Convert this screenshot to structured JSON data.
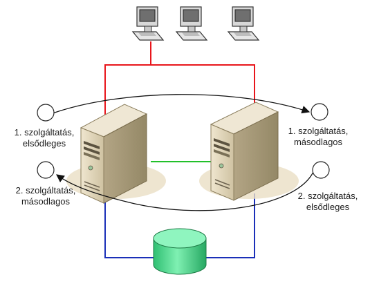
{
  "labels": {
    "svc1_primary": {
      "line1": "1. szolgáltatás,",
      "line2": "elsődleges"
    },
    "svc1_secondary": {
      "line1": "1. szolgáltatás,",
      "line2": "másodlagos"
    },
    "svc2_secondary": {
      "line1": "2. szolgáltatás,",
      "line2": "másodlagos"
    },
    "svc2_primary": {
      "line1": "2. szolgáltatás,",
      "line2": "elsődleges"
    }
  },
  "colors": {
    "client_network": "#e8151b",
    "heartbeat_link": "#22c02a",
    "storage_link": "#1a2fb8",
    "storage_disk": "#3fd98a",
    "server_body": "#d9cdb0",
    "arrow": "#111111"
  },
  "icons": {
    "clients": "desktop-computer-icon",
    "servers": "tower-server-icon",
    "storage": "shared-disk-icon",
    "services": "service-circle-icon"
  }
}
